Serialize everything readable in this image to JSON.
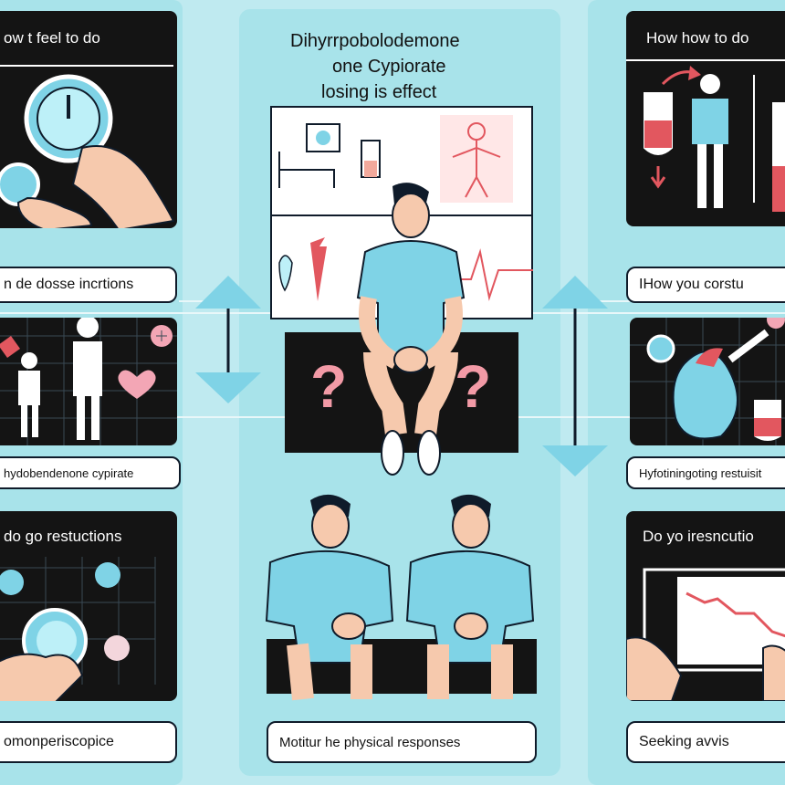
{
  "left": {
    "panel1_title": "ow t feel to do",
    "label1": "n de dosse incrtions",
    "label2": "hydobendenone cypirate",
    "panel3_title": "do go restuctions",
    "label3": "omonperiscopice"
  },
  "center": {
    "title_line1": "Dihyrrpobolodemone",
    "title_line2": "one Cypiorate",
    "title_line3": "losing is effect",
    "question_mark": "?",
    "label_bottom": "Motitur he physical responses"
  },
  "right": {
    "panel1_title": "How how to do",
    "label1": "IHow you corstu",
    "label2": "Hyfotiningoting restuisit",
    "panel3_title": "Do yo iresncutio",
    "label3": "Seeking avvis"
  },
  "colors": {
    "background": "#bfeaf0",
    "panel": "#141414",
    "accent_blue": "#7fd3e6",
    "accent_red": "#e2575f",
    "skin": "#f6c9ad"
  }
}
